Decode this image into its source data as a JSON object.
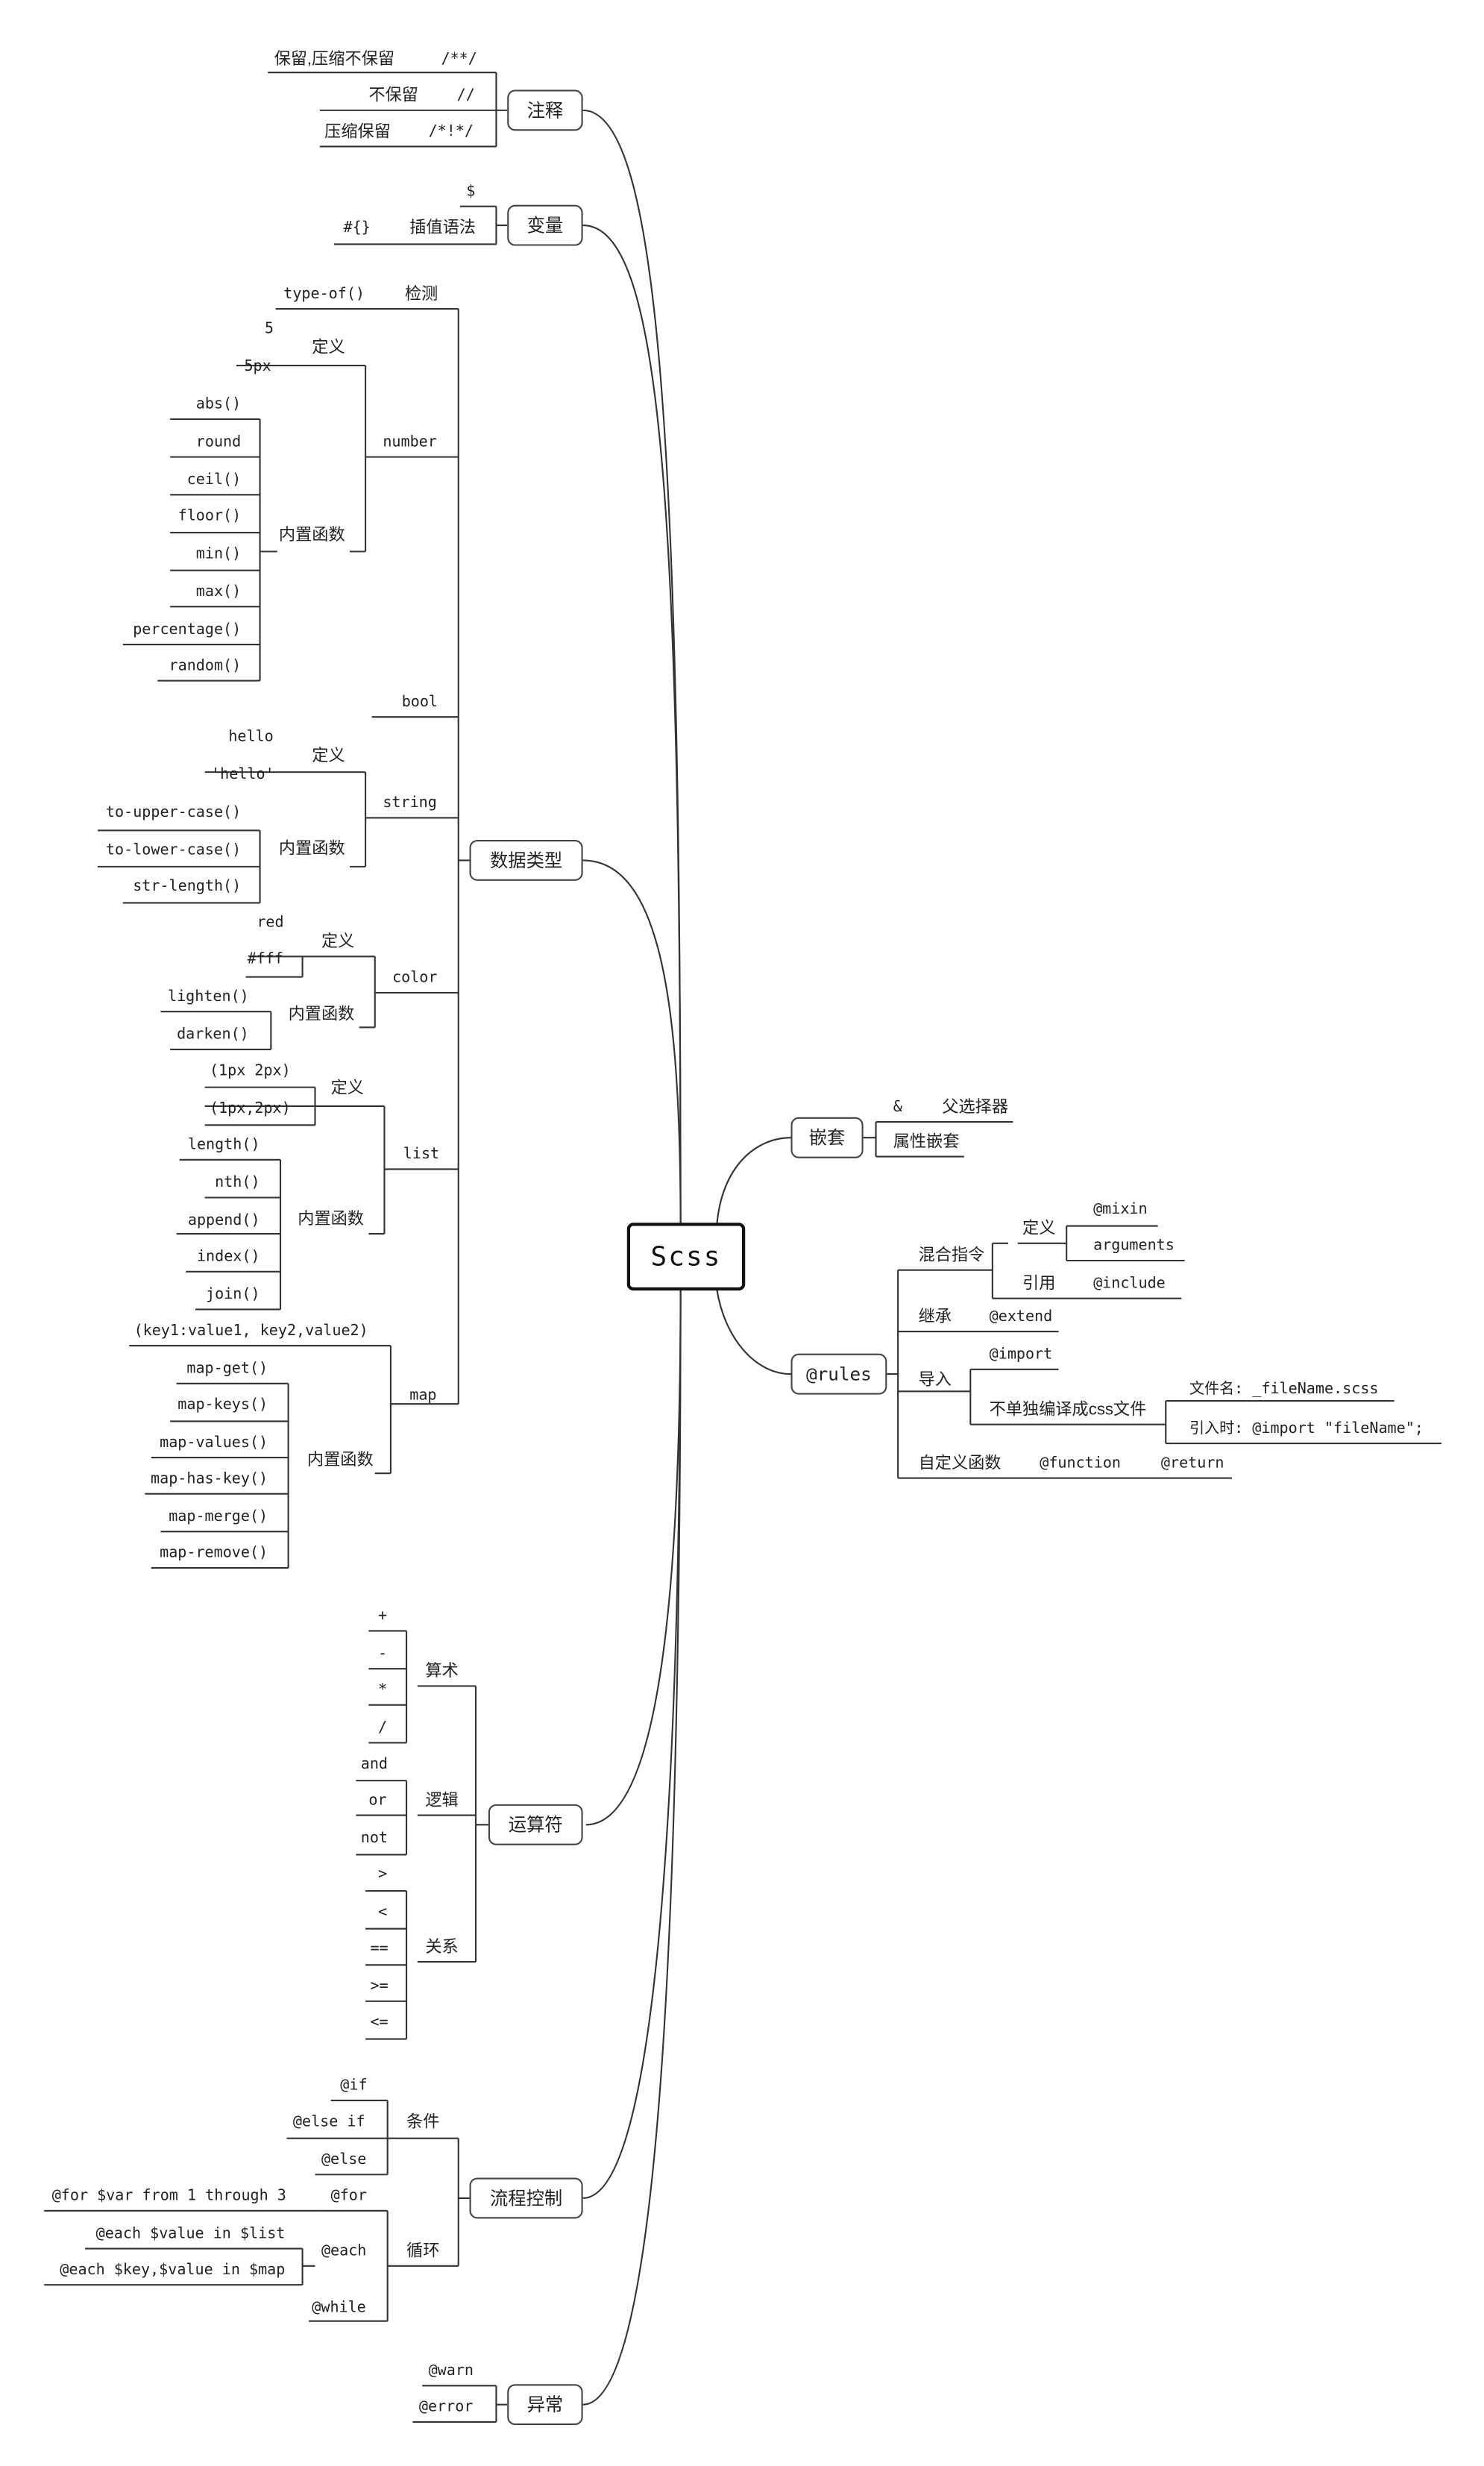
{
  "root": "Scss",
  "branches": {
    "comment": {
      "title": "注释",
      "items": [
        "保留,压缩不保留",
        "/**/",
        "不保留",
        "//",
        "压缩保留",
        "/*!*/"
      ]
    },
    "variable": {
      "title": "变量",
      "dollar": "$",
      "interp": "插值语法",
      "interp_syntax": "#{}"
    },
    "datatype": {
      "title": "数据类型",
      "detect": "检测",
      "typeof": "type-of()",
      "number": "number",
      "define": "定义",
      "builtin": "内置函数",
      "number_defs": [
        "5",
        "5px"
      ],
      "number_funcs": [
        "abs()",
        "round",
        "ceil()",
        "floor()",
        "min()",
        "max()",
        "percentage()",
        "random()"
      ],
      "bool": "bool",
      "string": "string",
      "string_defs": [
        "hello",
        "'hello'"
      ],
      "string_funcs": [
        "to-upper-case()",
        "to-lower-case()",
        "str-length()"
      ],
      "color": "color",
      "color_defs": [
        "red",
        "#fff"
      ],
      "color_funcs": [
        "lighten()",
        "darken()"
      ],
      "list": "list",
      "list_defs": [
        "(1px 2px)",
        "(1px,2px)"
      ],
      "list_funcs": [
        "length()",
        "nth()",
        "append()",
        "index()",
        "join()"
      ],
      "map": "map",
      "map_def": "(key1:value1, key2,value2)",
      "map_funcs": [
        "map-get()",
        "map-keys()",
        "map-values()",
        "map-has-key()",
        "map-merge()",
        "map-remove()"
      ]
    },
    "operator": {
      "title": "运算符",
      "arith": "算术",
      "arith_items": [
        "+",
        "-",
        "*",
        "/"
      ],
      "logic": "逻辑",
      "logic_items": [
        "and",
        "or",
        "not"
      ],
      "relation": "关系",
      "relation_items": [
        ">",
        "<",
        "==",
        ">=",
        "<="
      ]
    },
    "flow": {
      "title": "流程控制",
      "cond": "条件",
      "cond_items": [
        "@if",
        "@else if",
        "@else"
      ],
      "loop": "循环",
      "for": "@for",
      "for_expr": "@for $var from 1 through 3",
      "each": "@each",
      "each_exprs": [
        "@each $value in $list",
        "@each $key,$value in $map"
      ],
      "while": "@while"
    },
    "error": {
      "title": "异常",
      "items": [
        "@warn",
        "@error"
      ]
    },
    "nesting": {
      "title": "嵌套",
      "amp": "&",
      "parent": "父选择器",
      "prop": "属性嵌套"
    },
    "rules": {
      "title": "@rules",
      "mixin": "混合指令",
      "define": "定义",
      "mixin_kw": "@mixin",
      "arguments": "arguments",
      "ref": "引用",
      "include": "@include",
      "extend_label": "继承",
      "extend": "@extend",
      "import_label": "导入",
      "import": "@import",
      "partial": "不单独编译成css文件",
      "filename": "文件名: _fileName.scss",
      "import_when": "引入时: @import \"fileName\";",
      "func_label": "自定义函数",
      "function": "@function",
      "return": "@return"
    }
  }
}
